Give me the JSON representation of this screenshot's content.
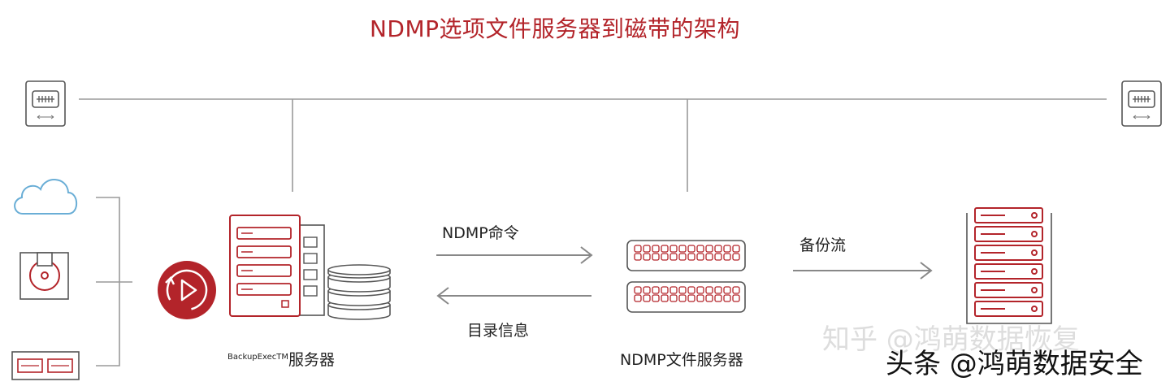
{
  "title": "NDMP选项文件服务器到磁带的架构",
  "labels": {
    "ndmp_command": "NDMP命令",
    "catalog_info": "目录信息",
    "backup_stream": "备份流",
    "backup_server_small": "BackupExecTM",
    "backup_server_main": "服务器",
    "ndmp_file_server": "NDMP文件服务器"
  },
  "watermarks": {
    "zhihu": "知乎 @鸿萌数据恢复",
    "toutiao": "头条 @鸿萌数据安全"
  },
  "colors": {
    "brand_red": "#b3242a",
    "line_gray": "#888888"
  }
}
